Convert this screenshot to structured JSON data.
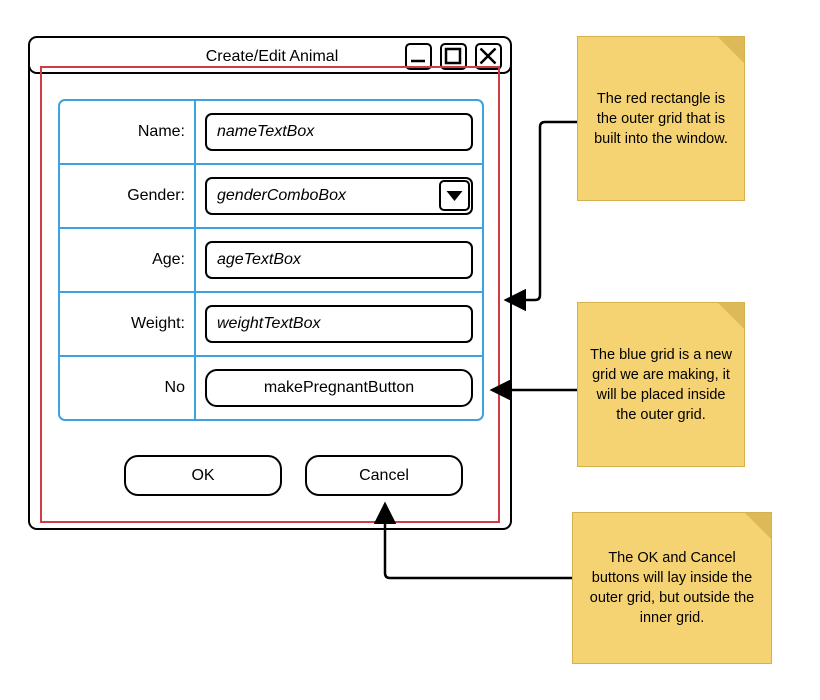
{
  "window": {
    "title": "Create/Edit Animal",
    "controls": [
      {
        "name": "minimize",
        "glyph": "_"
      },
      {
        "name": "maximize",
        "glyph": "square"
      },
      {
        "name": "close",
        "glyph": "X"
      }
    ]
  },
  "form": {
    "rows": [
      {
        "label": "Name:",
        "control": "textbox",
        "value": "nameTextBox"
      },
      {
        "label": "Gender:",
        "control": "combobox",
        "value": "genderComboBox"
      },
      {
        "label": "Age:",
        "control": "textbox",
        "value": "ageTextBox"
      },
      {
        "label": "Weight:",
        "control": "textbox",
        "value": "weightTextBox"
      },
      {
        "label": "No",
        "control": "button",
        "value": "makePregnantButton"
      }
    ]
  },
  "dialog_buttons": {
    "ok": "OK",
    "cancel": "Cancel"
  },
  "notes": [
    {
      "id": "note-red",
      "text": "The red rectangle is the outer grid that is built into the window."
    },
    {
      "id": "note-blue",
      "text": "The blue grid is a new grid we are making, it will be placed inside the outer grid."
    },
    {
      "id": "note-buttons",
      "text": "The OK and Cancel buttons will lay inside the outer grid, but outside the inner grid."
    }
  ],
  "colors": {
    "outer_grid": "#d13b45",
    "inner_grid": "#3ba3de",
    "note_background": "#f6d372",
    "note_fold": "#ddb958",
    "outline": "#000000",
    "page_background": "#ffffff"
  }
}
